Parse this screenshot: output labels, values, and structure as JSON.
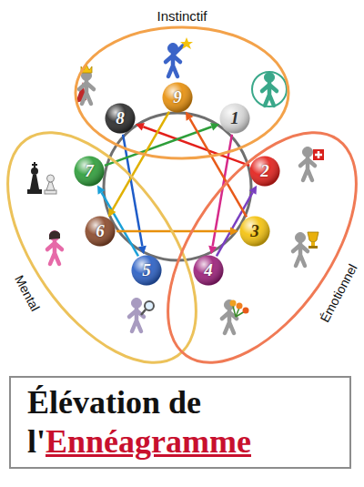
{
  "diagram": {
    "nodes": [
      {
        "text": [
          "Instinctif"
        ]
      },
      {
        "text": [
          "8"
        ],
        "in": 0
      },
      {
        "text": [
          "9"
        ],
        "in": 0
      },
      {
        "text": [
          "1"
        ],
        "in": 0
      },
      {
        "text": [
          "Mental"
        ]
      },
      {
        "text": [
          "7"
        ],
        "in": 4
      },
      {
        "text": [
          "6"
        ],
        "in": 4
      },
      {
        "text": [
          "5"
        ],
        "in": 4
      },
      {
        "text": [
          "Émotionnel"
        ]
      },
      {
        "text": [
          "2"
        ],
        "in": 8
      },
      {
        "text": [
          "3"
        ],
        "in": 8
      },
      {
        "text": [
          "4"
        ],
        "in": 8
      },
      {
        "text": [
          "Élévation de",
          "l'",
          "Ennéagramme"
        ]
      }
    ],
    "edges": [
      {
        "from": 3,
        "to": 11,
        "arrow": "to"
      },
      {
        "from": 11,
        "to": 9,
        "arrow": "to"
      },
      {
        "from": 9,
        "to": 1,
        "arrow": "to"
      },
      {
        "from": 1,
        "to": 7,
        "arrow": "to"
      },
      {
        "from": 7,
        "to": 5,
        "arrow": "to"
      },
      {
        "from": 5,
        "to": 3,
        "arrow": "to"
      },
      {
        "from": 2,
        "to": 6,
        "arrow": "to"
      },
      {
        "from": 6,
        "to": 10,
        "arrow": "to"
      },
      {
        "from": 10,
        "to": 2,
        "arrow": "to"
      }
    ]
  }
}
